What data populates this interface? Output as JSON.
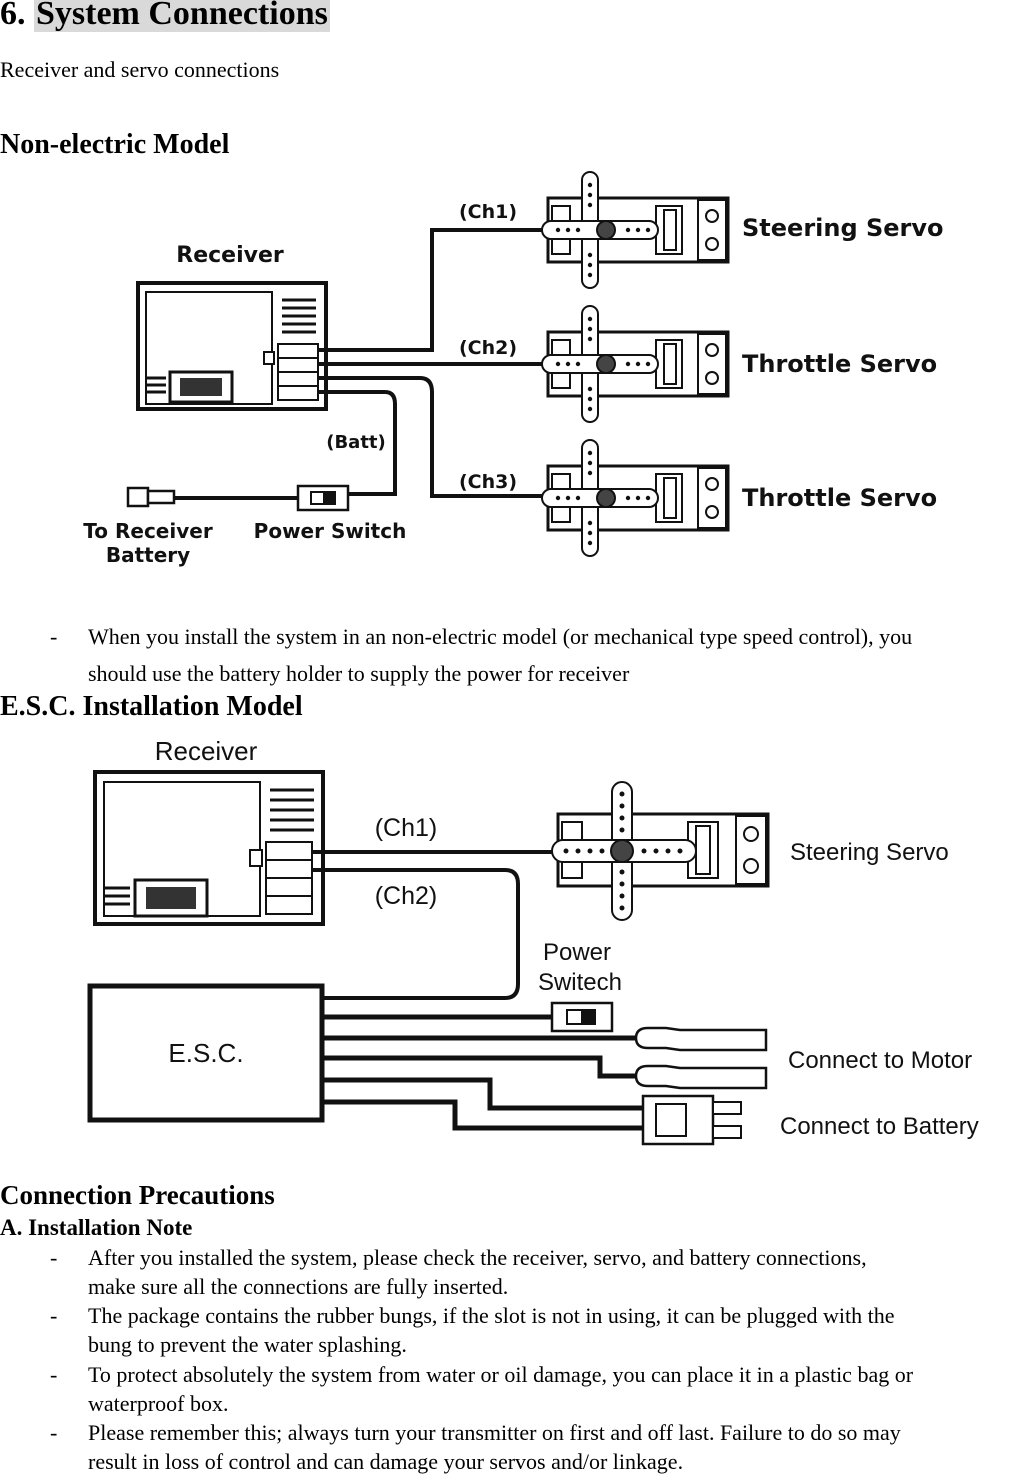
{
  "section": {
    "number": "6.",
    "title": "System Connections"
  },
  "subtitle": "Receiver and servo connections",
  "non_electric": {
    "heading": "Non-electric Model",
    "diagram": {
      "receiver": "Receiver",
      "ch1": "(Ch1)",
      "ch2": "(Ch2)",
      "ch3": "(Ch3)",
      "batt_lead": "(Batt)",
      "servo1": "Steering Servo",
      "servo2": "Throttle Servo",
      "servo3": "Throttle Servo",
      "to_receiver_1": "To Receiver",
      "to_receiver_2": "Battery",
      "power_switch": "Power Switch"
    },
    "note_dash": "-",
    "note_line1": "When you install the system in an non-electric model (or mechanical type speed control), you",
    "note_line2": "should use the battery holder to supply the power for receiver"
  },
  "esc": {
    "heading": "E.S.C. Installation Model",
    "diagram": {
      "receiver": "Receiver",
      "ch1": "(Ch1)",
      "ch2": "(Ch2)",
      "servo": "Steering Servo",
      "power_1": "Power",
      "power_2": "Switech",
      "esc": "E.S.C.",
      "motor": "Connect to Motor",
      "battery": "Connect to Battery"
    }
  },
  "precautions": {
    "heading": "Connection Precautions",
    "sub_heading": "A. Installation Note",
    "items": [
      {
        "dash": "-",
        "line1": "After you installed the system, please check the receiver, servo, and battery connections,",
        "line2": "make sure all the connections are fully inserted."
      },
      {
        "dash": "-",
        "line1": "The package contains the rubber bungs, if the slot is not in using, it can be plugged with the",
        "line2": "bung to prevent the water splashing."
      },
      {
        "dash": "-",
        "line1": "To protect absolutely the system from water or oil damage, you can place it in a plastic bag or",
        "line2": "waterproof box."
      },
      {
        "dash": "-",
        "line1": "Please remember this; always turn your transmitter on first and off last. Failure to do so may",
        "line2": "result in loss of control and can damage your servos and/or linkage."
      }
    ]
  }
}
